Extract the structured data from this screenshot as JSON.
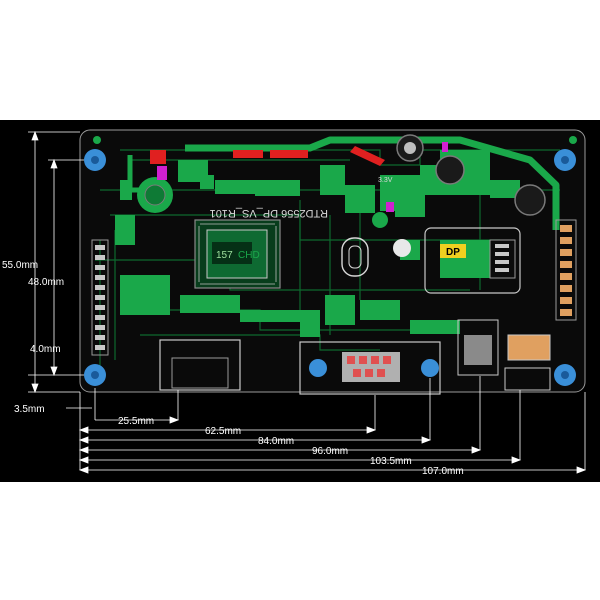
{
  "dimensions": {
    "vertical": {
      "total_height": "55.0mm",
      "hole_spacing_v": "48.0mm",
      "bottom_hole_offset": "4.0mm",
      "left_hole_offset": "3.5mm"
    },
    "horizontal": [
      "25.5mm",
      "62.5mm",
      "84.0mm",
      "96.0mm",
      "103.5mm",
      "107.0mm"
    ]
  },
  "board": {
    "silk_label": "RTD2556 DP_VS_R101",
    "chip_label": "157",
    "chip_label_suffix": "CHD",
    "dp_label": "DP",
    "voltage_label": "3.3V"
  },
  "colors": {
    "background": "#000000",
    "board": "#0b0b0b",
    "trace_green": "#1aa84a",
    "trace_dark": "#0a5e2c",
    "copper_red": "#e02020",
    "mount_hole": "#3a8fd8",
    "pad_grey": "#c8c8c8",
    "dim_text": "#ffffff",
    "connector_orange": "#e0a060"
  }
}
